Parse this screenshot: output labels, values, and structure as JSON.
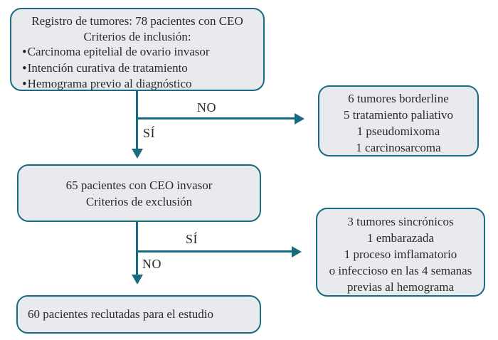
{
  "colors": {
    "line_teal": "#186b80",
    "box_fill": "#e8eaee",
    "text": "#2a2a2a",
    "background": "#ffffff"
  },
  "flowchart": {
    "bullet_glyph": "•",
    "registry_box": {
      "line1": "Registro de tumores: 78 pacientes con CEO",
      "line2": "Criterios de inclusión:",
      "bullets": [
        "Carcinoma epitelial de ovario invasor",
        "Intención curativa de tratamiento",
        "Hemograma previo al diagnóstico"
      ]
    },
    "excluded_inclusion_box": {
      "line1": "6 tumores borderline",
      "line2": "5 tratamiento paliativo",
      "line3": "1 pseudomixoma",
      "line4": "1 carcinosarcoma"
    },
    "invasive_box": {
      "line1": "65 pacientes con CEO invasor",
      "line2": "Criterios de exclusión"
    },
    "excluded_exclusion_box": {
      "line1": "3 tumores sincrónicos",
      "line2": "1 embarazada",
      "line3": "1 proceso imflamatorio",
      "line4": "o infeccioso en las 4 semanas",
      "line5": "previas al hemograma"
    },
    "final_box": {
      "line1": "60 pacientes reclutadas para el estudio"
    },
    "branch1": {
      "no_label": "NO",
      "si_label": "SÍ"
    },
    "branch2": {
      "si_label": "SÍ",
      "no_label": "NO"
    }
  }
}
